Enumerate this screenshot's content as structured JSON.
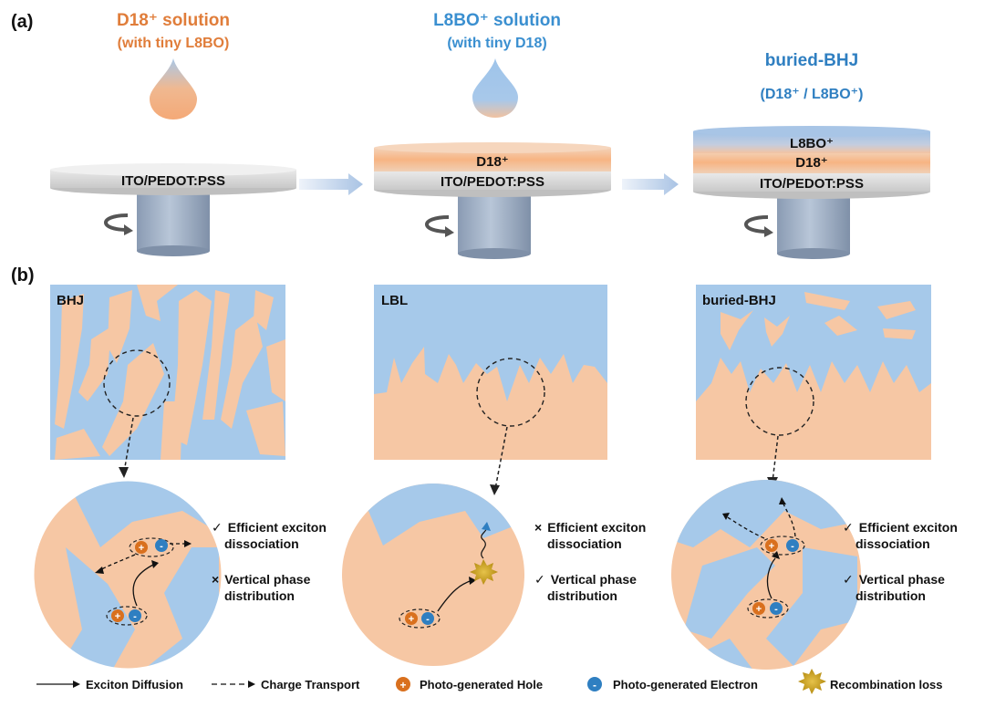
{
  "panel_a": {
    "label": "(a)",
    "step1": {
      "solution_title": "D18⁺ solution",
      "solution_sub": "(with tiny L8BO)",
      "substrate": "ITO/PEDOT:PSS"
    },
    "step2": {
      "solution_title": "L8BO⁺ solution",
      "solution_sub": "(with tiny D18)",
      "layer1": "D18⁺",
      "substrate": "ITO/PEDOT:PSS"
    },
    "step3": {
      "title": "buried-BHJ",
      "subtitle": "(D18⁺ / L8BO⁺)",
      "layer2": "L8BO⁺",
      "layer1": "D18⁺",
      "substrate": "ITO/PEDOT:PSS"
    }
  },
  "panel_b": {
    "label": "(b)",
    "columns": [
      {
        "title": "BHJ",
        "feature1_mark": "✓",
        "feature1": [
          "Efficient exciton",
          "dissociation"
        ],
        "feature2_mark": "×",
        "feature2": [
          "Vertical phase",
          "distribution"
        ]
      },
      {
        "title": "LBL",
        "feature1_mark": "×",
        "feature1": [
          "Efficient exciton",
          "dissociation"
        ],
        "feature2_mark": "✓",
        "feature2": [
          "Vertical phase",
          "distribution"
        ]
      },
      {
        "title": "buried-BHJ",
        "feature1_mark": "✓",
        "feature1": [
          "Efficient exciton",
          "dissociation"
        ],
        "feature2_mark": "✓",
        "feature2": [
          "Vertical phase",
          "distribution"
        ]
      }
    ]
  },
  "legend": {
    "exciton_diffusion": "Exciton Diffusion",
    "charge_transport": "Charge Transport",
    "hole": "Photo-generated Hole",
    "electron": "Photo-generated Electron",
    "recombination": "Recombination loss",
    "hole_symbol": "+",
    "electron_symbol": "-"
  },
  "colors": {
    "donor": "#f6c7a4",
    "acceptor": "#a6c9ea",
    "orange_text": "#e07d3a",
    "blue_text": "#3a8fd0",
    "hole": "#d9701e",
    "electron": "#2f7fc1",
    "recombination": "#c9a21a",
    "substrate": "#d8d8d8",
    "stand": "#9fb0c6"
  }
}
